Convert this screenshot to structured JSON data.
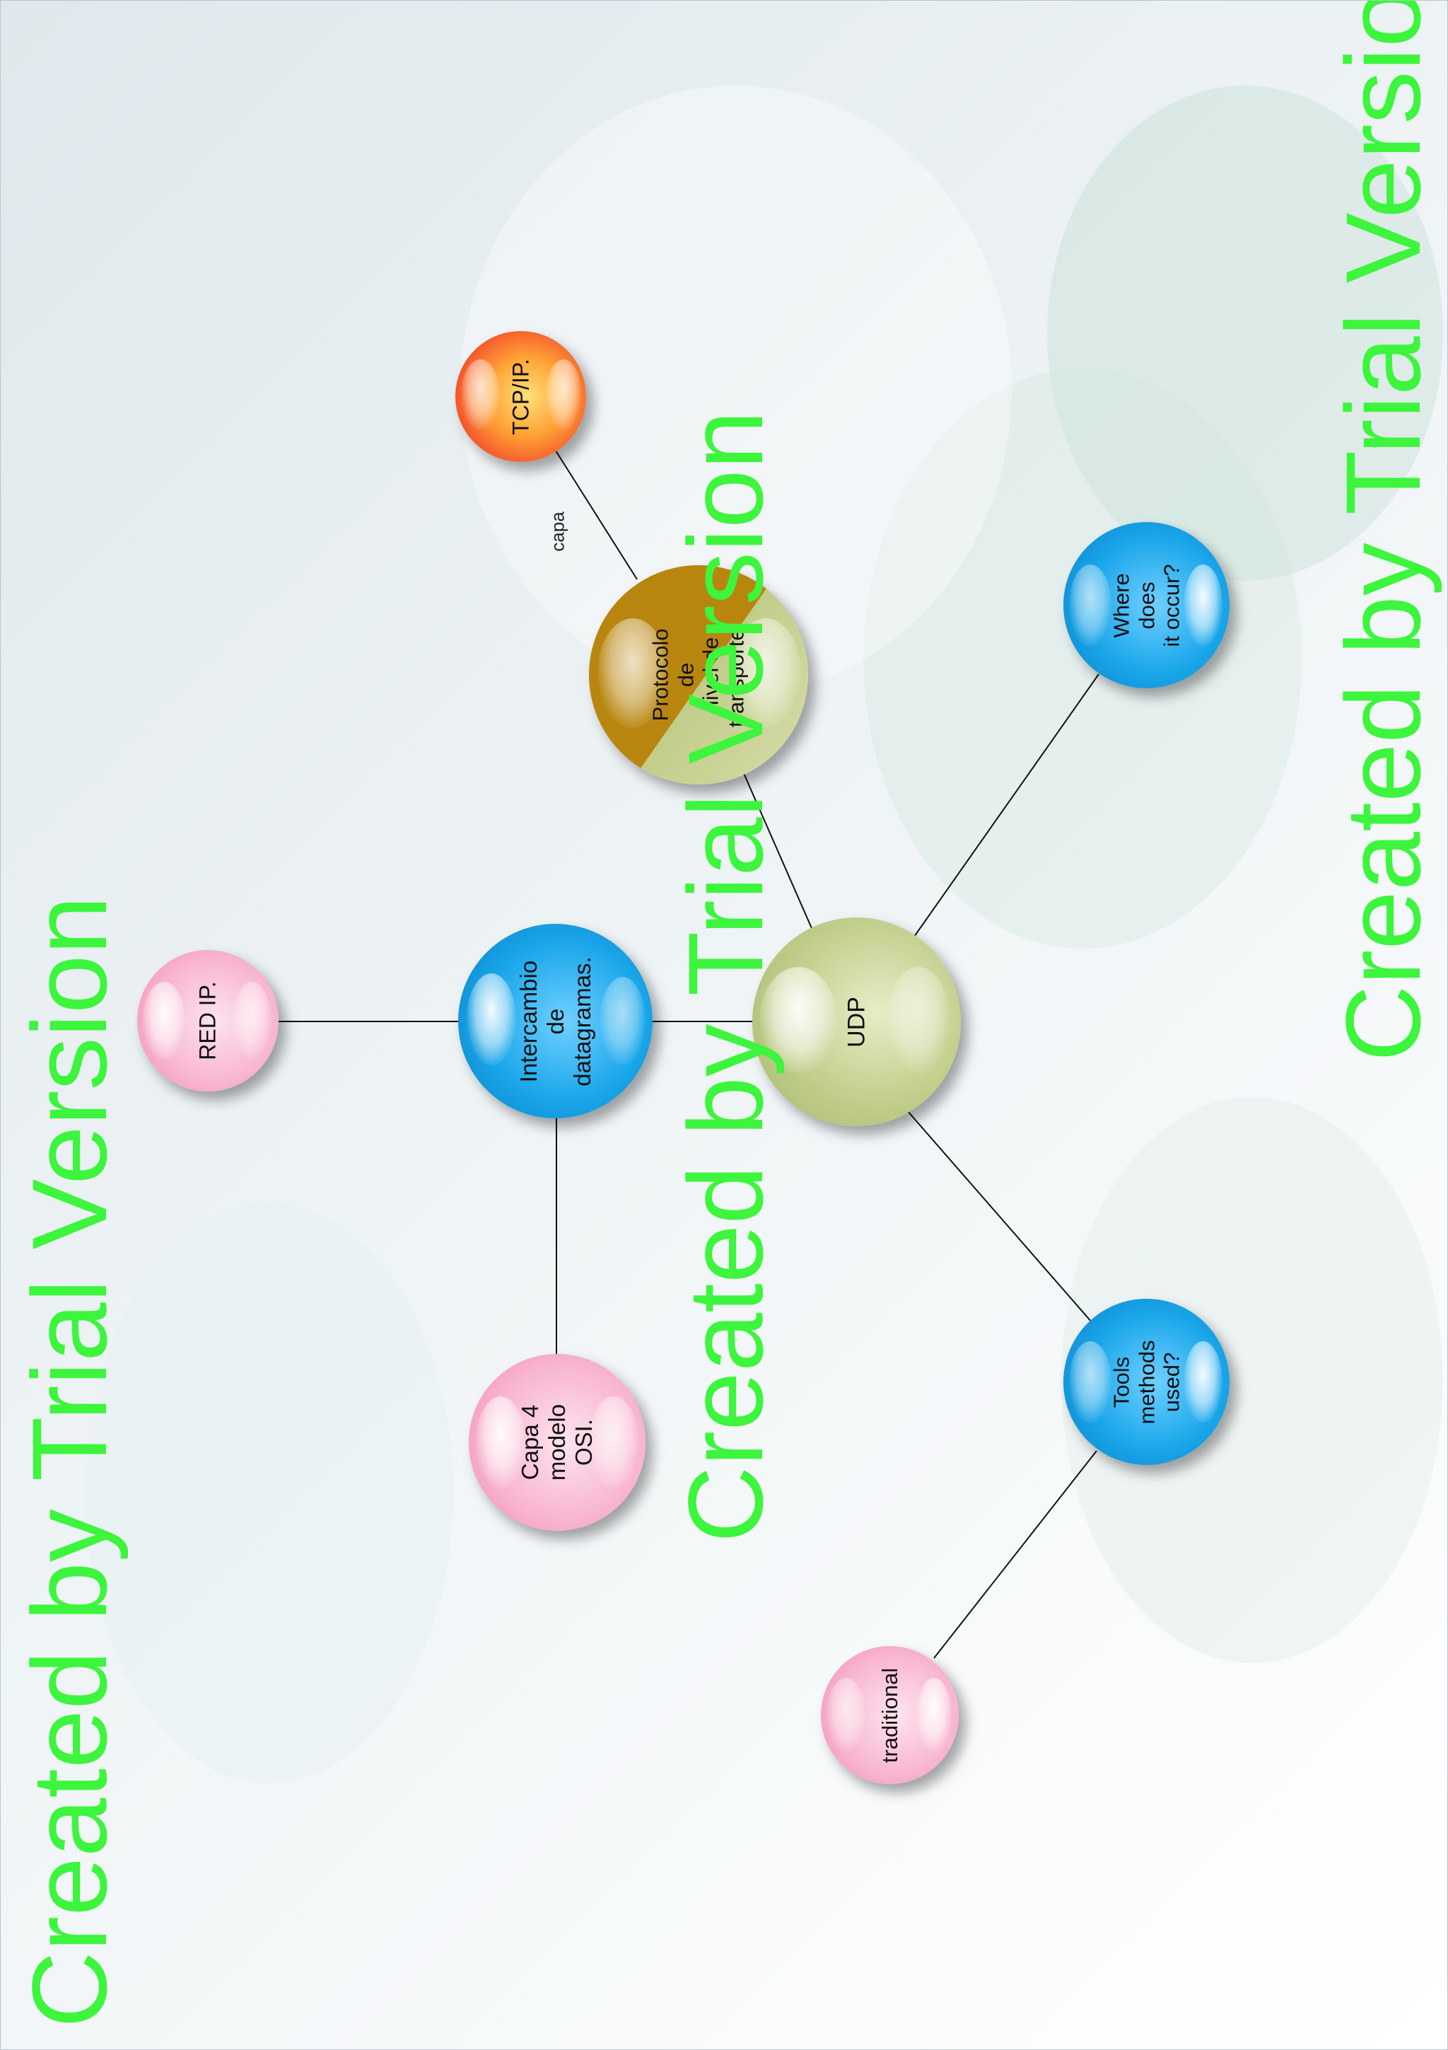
{
  "diagram": {
    "nodes": {
      "udp": "UDP",
      "intercambio": "Intercambio de\ndatagramas.",
      "red_ip": "RED IP.",
      "capa4": "Capa 4\nmodelo OSI.",
      "protocolo": "Protocolo de\nnivel de\ntransporte.",
      "tcpip": "TCP/IP.",
      "where": "Where does\nit occur?",
      "tools": "Tools\nmethods\nused?",
      "traditional": "traditional"
    },
    "edge_labels": {
      "capa": "capa"
    }
  },
  "watermark": {
    "text": "Created by Trial Version",
    "color": "#3cf53c"
  }
}
